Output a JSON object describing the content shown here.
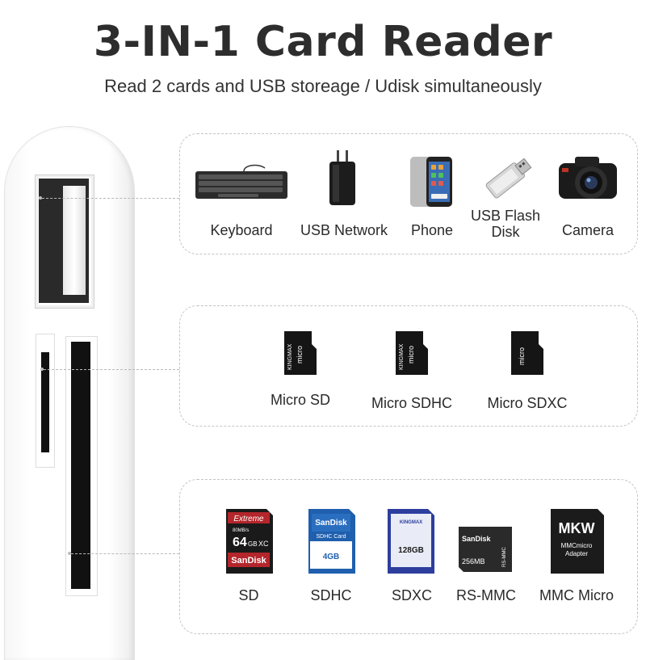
{
  "header": {
    "title": "3-IN-1 Card Reader",
    "subtitle": "Read 2 cards and USB storeage / Udisk simultaneously"
  },
  "usb_group": {
    "items": [
      {
        "label": "Keyboard",
        "icon": "keyboard-icon"
      },
      {
        "label": "USB Network",
        "icon": "usb-network-adapter-icon"
      },
      {
        "label": "Phone",
        "icon": "phone-icon"
      },
      {
        "label": "USB Flash",
        "label2": "Disk",
        "icon": "usb-flash-disk-icon"
      },
      {
        "label": "Camera",
        "icon": "camera-icon"
      }
    ]
  },
  "micro_group": {
    "items": [
      {
        "label": "Micro SD",
        "icon": "micro-sd-card-icon"
      },
      {
        "label": "Micro SDHC",
        "icon": "micro-sdhc-card-icon"
      },
      {
        "label": "Micro SDXC",
        "icon": "micro-sdxc-card-icon"
      }
    ]
  },
  "sd_group": {
    "items": [
      {
        "label": "SD",
        "icon": "sd-card-icon"
      },
      {
        "label": "SDHC",
        "icon": "sdhc-card-icon"
      },
      {
        "label": "SDXC",
        "icon": "sdxc-card-icon"
      },
      {
        "label": "RS-MMC",
        "icon": "rs-mmc-card-icon"
      },
      {
        "label": "MMC Micro",
        "icon": "mmc-micro-card-icon"
      }
    ]
  },
  "card_prints": {
    "micro1_brand": "KINGMAX",
    "micro1_logo": "micro",
    "micro3_logo": "micro",
    "sd_brand": "SanDisk",
    "sd_line": "Extreme",
    "sd_speed": "80MB/s",
    "sd_capacity": "64",
    "sd_unit": "GB",
    "sd_class": "XC",
    "sdhc_brand": "SanDisk",
    "sdhc_type": "SDHC Card",
    "sdhc_capacity": "4GB",
    "sdxc_brand": "KINGMAX",
    "sdxc_capacity": "128GB",
    "rsmmc_brand": "SanDisk",
    "rsmmc_capacity": "256MB",
    "rsmmc_side": "RS-MMC",
    "mmc_logo": "MKW",
    "mmc_line1": "MMCmicro",
    "mmc_line2": "Adapter"
  },
  "colors": {
    "title": "#2d2d2d",
    "dashed_border": "#c4c4c4",
    "sd_red": "#b3262b",
    "sdhc_blue": "#1f5fae",
    "sdxc_blue": "#2d3e9e"
  }
}
